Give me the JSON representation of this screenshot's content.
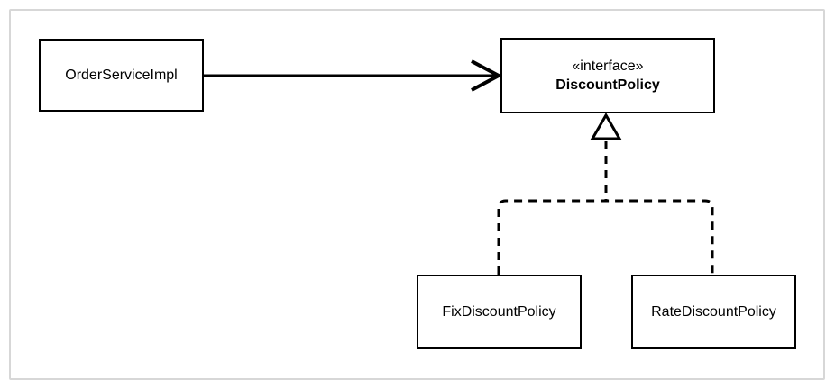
{
  "canvas": {
    "background": "#ffffff",
    "frame_border_color": "#d7d7d7"
  },
  "diagram": {
    "type": "uml-class-diagram",
    "nodes": {
      "client": {
        "label": "OrderServiceImpl"
      },
      "interface": {
        "stereotype": "«interface»",
        "name": "DiscountPolicy"
      },
      "impl_left": {
        "label": "FixDiscountPolicy"
      },
      "impl_right": {
        "label": "RateDiscountPolicy"
      }
    },
    "edges": [
      {
        "from": "OrderServiceImpl",
        "to": "DiscountPolicy",
        "type": "dependency",
        "line": "solid",
        "arrowhead": "open"
      },
      {
        "from": "FixDiscountPolicy",
        "to": "DiscountPolicy",
        "type": "realization",
        "line": "dashed",
        "arrowhead": "hollow-triangle"
      },
      {
        "from": "RateDiscountPolicy",
        "to": "DiscountPolicy",
        "type": "realization",
        "line": "dashed",
        "arrowhead": "hollow-triangle"
      }
    ],
    "colors": {
      "line": "#000000",
      "node_border": "#000000",
      "node_fill": "#ffffff",
      "text": "#000000"
    }
  }
}
